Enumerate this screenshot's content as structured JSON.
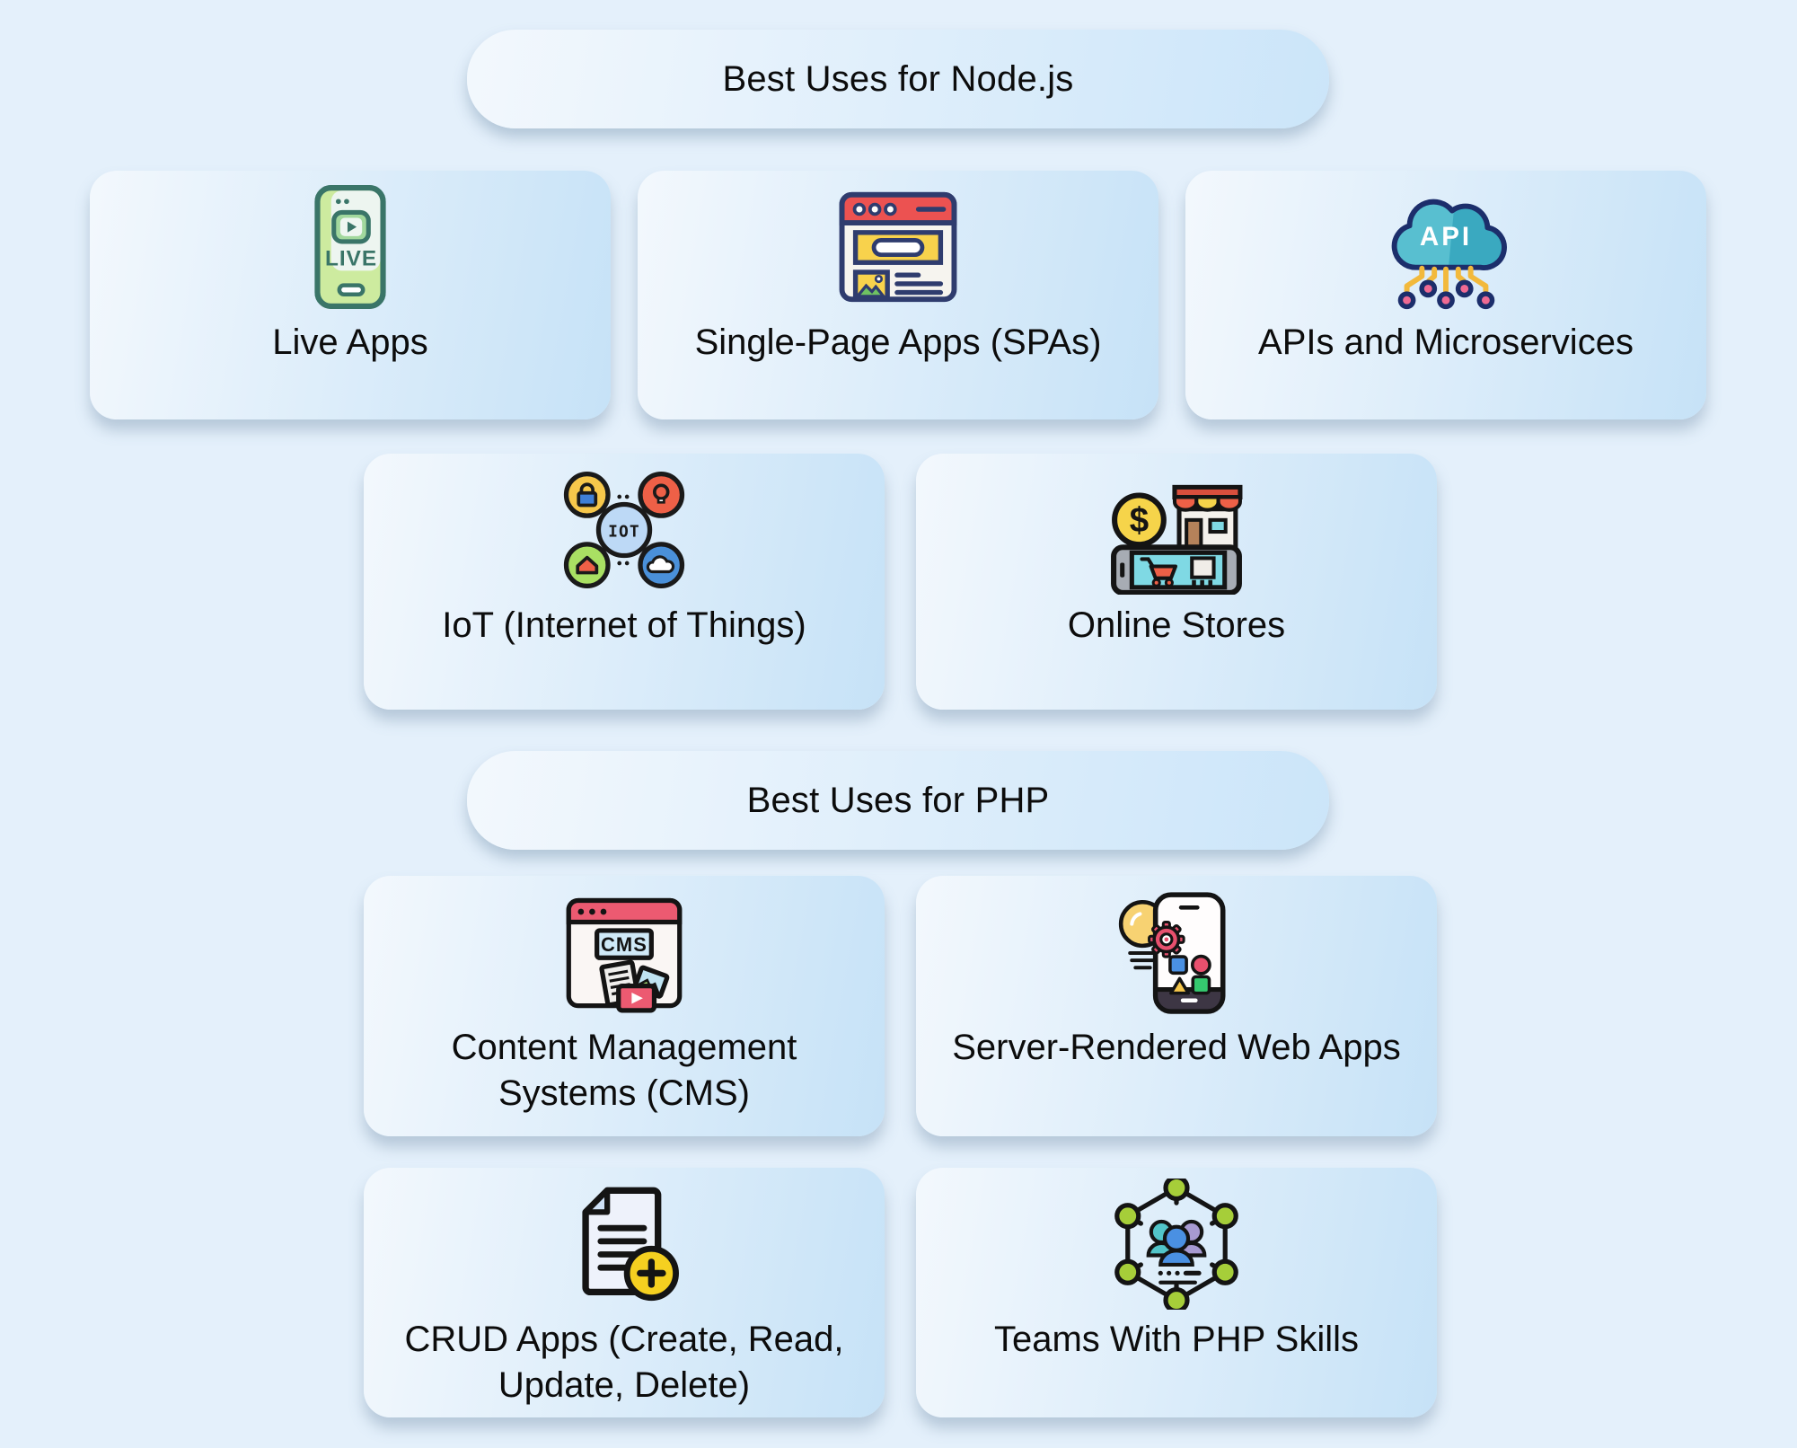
{
  "page": {
    "background": "#e4f0fb",
    "card_gradient_start": "#f3f8fd",
    "card_gradient_end": "#c6e2f7",
    "text_color": "#0c0c0c"
  },
  "sections": [
    {
      "title": "Best Uses for Node.js",
      "cards": [
        {
          "label": "Live Apps",
          "icon": "live-phone-icon",
          "icon_text": "LIVE"
        },
        {
          "label": "Single-Page Apps (SPAs)",
          "icon": "browser-page-icon",
          "icon_text": ""
        },
        {
          "label": "APIs and Microservices",
          "icon": "api-cloud-icon",
          "icon_text": "API"
        },
        {
          "label": "IoT (Internet of Things)",
          "icon": "iot-network-icon",
          "icon_text": "IOT"
        },
        {
          "label": "Online Stores",
          "icon": "mobile-shop-icon",
          "icon_text": "$"
        }
      ]
    },
    {
      "title": "Best Uses for PHP",
      "cards": [
        {
          "label": "Content Management Systems (CMS)",
          "icon": "cms-browser-icon",
          "icon_text": "CMS"
        },
        {
          "label": "Server-Rendered Web Apps",
          "icon": "phone-gear-bulb-icon",
          "icon_text": ""
        },
        {
          "label": "CRUD Apps (Create, Read, Update, Delete)",
          "icon": "document-plus-icon",
          "icon_text": ""
        },
        {
          "label": "Teams With PHP Skills",
          "icon": "team-network-icon",
          "icon_text": ""
        }
      ]
    }
  ]
}
